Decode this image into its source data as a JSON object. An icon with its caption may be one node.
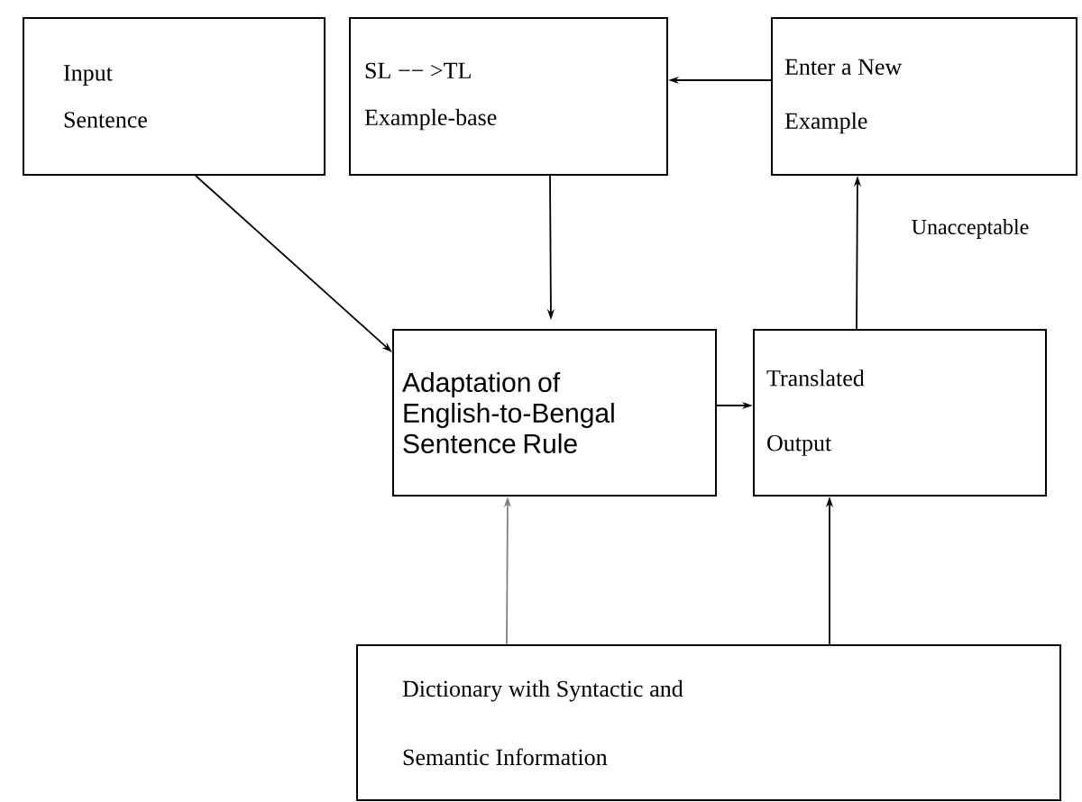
{
  "diagram": {
    "nodes": [
      {
        "text": [
          "Input Sentence"
        ]
      },
      {
        "text": [
          "SL −− >TL Example-base"
        ]
      },
      {
        "text": [
          "Enter a New Example"
        ]
      },
      {
        "text": [
          "Adaptation of English-to-Bengal Sentence Rule"
        ]
      },
      {
        "text": [
          "Translated Output"
        ]
      },
      {
        "text": [
          "Dictionary with Syntactic and Semantic Information"
        ]
      }
    ],
    "edges": [
      {
        "from": 0,
        "to": 3,
        "arrow": "to"
      },
      {
        "from": 1,
        "to": 3,
        "arrow": "to"
      },
      {
        "from": 2,
        "to": 1,
        "arrow": "to"
      },
      {
        "from": 3,
        "to": 4,
        "arrow": "to"
      },
      {
        "from": 4,
        "to": 2,
        "arrow": "to",
        "label": "Unacceptable"
      },
      {
        "from": 5,
        "to": 3,
        "arrow": "to",
        "color": "#808080"
      },
      {
        "from": 5,
        "to": 4,
        "arrow": "to"
      }
    ]
  }
}
